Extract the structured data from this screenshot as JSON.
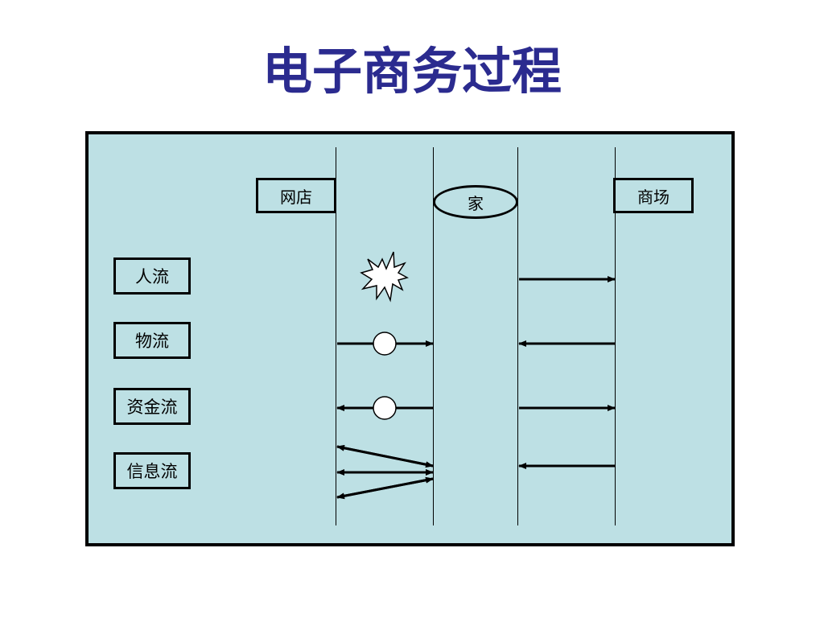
{
  "title": "电子商务过程",
  "nodes": {
    "online_store": "网店",
    "home": "家",
    "mall": "商场"
  },
  "rows": [
    {
      "id": "people",
      "label": "人流"
    },
    {
      "id": "goods",
      "label": "物流"
    },
    {
      "id": "funds",
      "label": "资金流"
    },
    {
      "id": "info",
      "label": "信息流"
    }
  ],
  "colors": {
    "title": "#2b2b8f",
    "panel_background": "#bde0e4",
    "line": "#000000"
  },
  "icons": {
    "burst": "explosion-star-icon",
    "circle": "relay-circle-icon"
  }
}
